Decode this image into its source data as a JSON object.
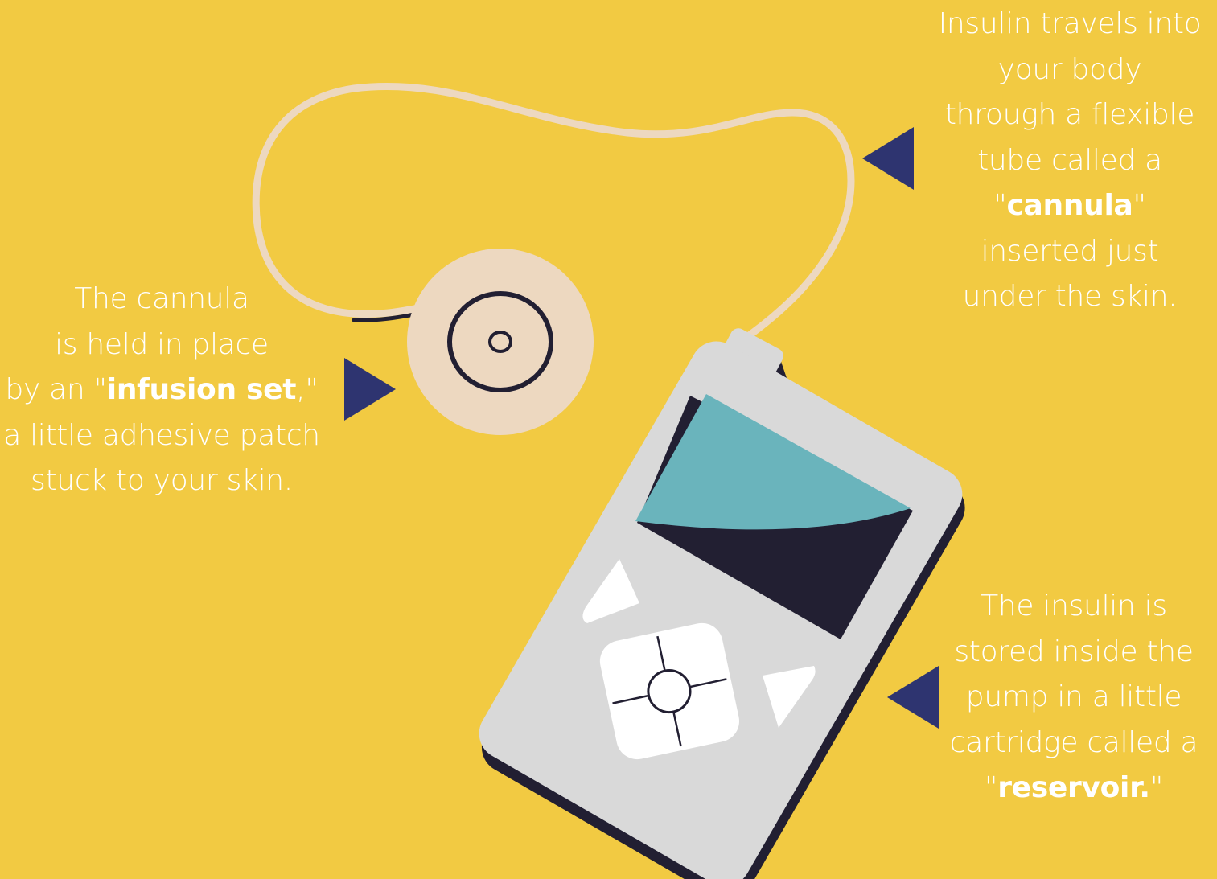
{
  "background_color": "#F2CA42",
  "accent_color": "#2E3470",
  "captions": {
    "cannula": {
      "l1": "Insulin travels into",
      "l2": "your body",
      "l3": "through a flexible",
      "l4": "tube called a",
      "l5_pre": "\"",
      "l5_bold": "cannula",
      "l5_post": "\"",
      "l6": "inserted just",
      "l7": "under the skin."
    },
    "infusion": {
      "l1": "The cannula",
      "l2": "is held in place",
      "l3_pre": "by an \"",
      "l3_bold": "infusion set",
      "l3_post": ",\"",
      "l4": "a little adhesive patch",
      "l5": "stuck to your skin."
    },
    "reservoir": {
      "l1": "The insulin is",
      "l2": "stored inside the",
      "l3": "pump in a little",
      "l4": "cartridge called a",
      "l5_pre": "\"",
      "l5_bold": "reservoir.",
      "l5_post": "\""
    }
  },
  "pointers": {
    "cannula": "triangle-left-icon",
    "infusion": "triangle-right-icon",
    "reservoir": "triangle-left-icon"
  },
  "illustration": {
    "device": "insulin-pump",
    "tube_color": "#EDD8C0",
    "patch_color": "#EDD8C0",
    "body_color": "#D9D9D9",
    "screen_color": "#6AB4BC",
    "outline_color": "#221F32",
    "button_color": "#FFFFFF"
  }
}
